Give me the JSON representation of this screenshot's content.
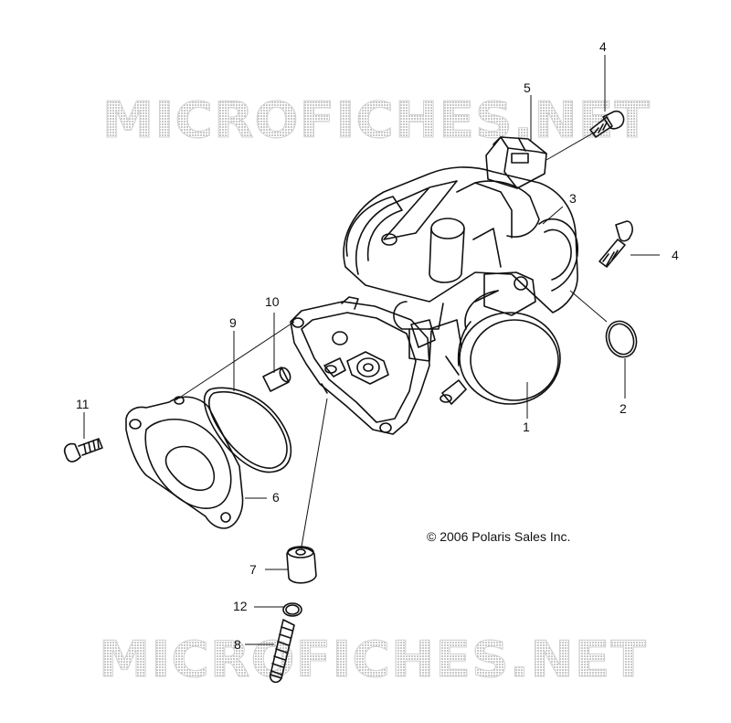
{
  "watermark": {
    "top_text": "MICROFICHES.NET",
    "bottom_text": "MICROFICHES.NET"
  },
  "copyright": "© 2006 Polaris Sales Inc.",
  "callouts": {
    "c1": "1",
    "c2": "2",
    "c3": "3",
    "c4a": "4",
    "c4b": "4",
    "c5": "5",
    "c6": "6",
    "c7": "7",
    "c8": "8",
    "c9": "9",
    "c10": "10",
    "c11": "11",
    "c12": "12"
  }
}
